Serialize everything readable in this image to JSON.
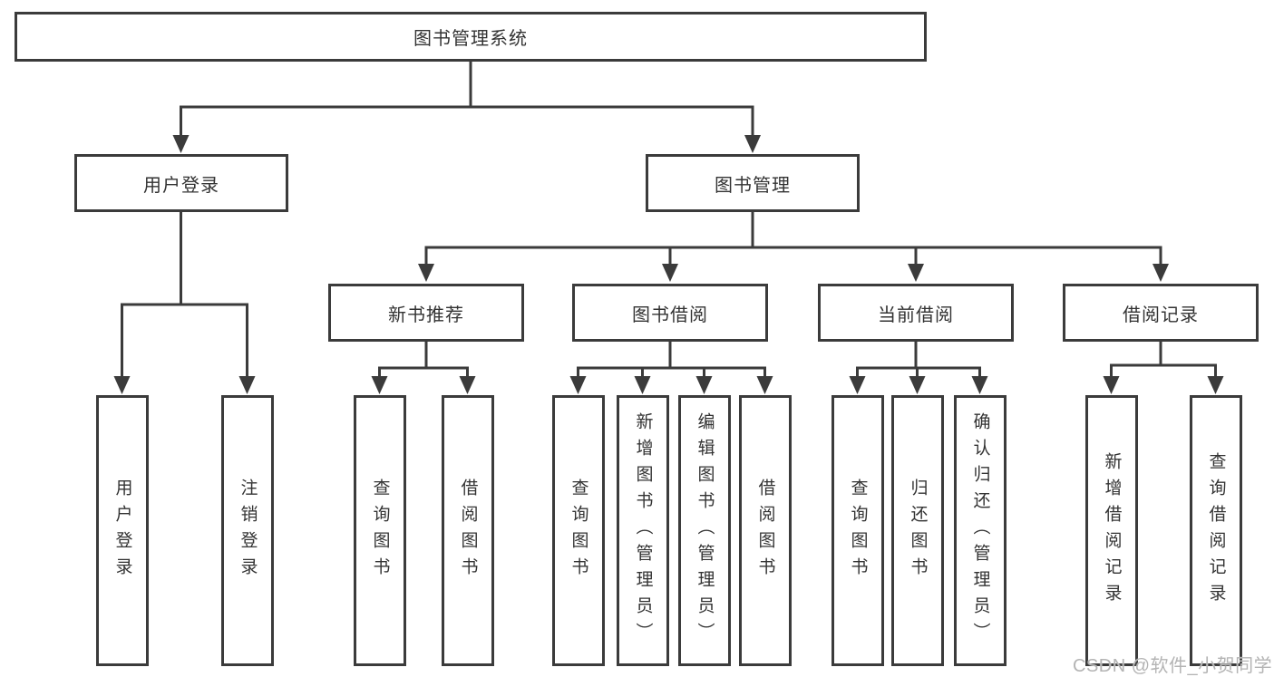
{
  "diagram": {
    "title": "图书管理系统",
    "root": {
      "label": "图书管理系统"
    },
    "level1": [
      {
        "label": "用户登录"
      },
      {
        "label": "图书管理"
      }
    ],
    "level2": [
      {
        "label": "新书推荐",
        "parent": "图书管理"
      },
      {
        "label": "图书借阅",
        "parent": "图书管理"
      },
      {
        "label": "当前借阅",
        "parent": "图书管理"
      },
      {
        "label": "借阅记录",
        "parent": "图书管理"
      }
    ],
    "leaves": [
      {
        "label": "用户登录",
        "parent": "用户登录"
      },
      {
        "label": "注销登录",
        "parent": "用户登录"
      },
      {
        "label": "查询图书",
        "parent": "新书推荐"
      },
      {
        "label": "借阅图书",
        "parent": "新书推荐"
      },
      {
        "label": "查询图书",
        "parent": "图书借阅"
      },
      {
        "label": "新增图书（管理员）",
        "parent": "图书借阅"
      },
      {
        "label": "编辑图书（管理员）",
        "parent": "图书借阅"
      },
      {
        "label": "借阅图书",
        "parent": "图书借阅"
      },
      {
        "label": "查询图书",
        "parent": "当前借阅"
      },
      {
        "label": "归还图书",
        "parent": "当前借阅"
      },
      {
        "label": "确认归还（管理员）",
        "parent": "当前借阅"
      },
      {
        "label": "新增借阅记录",
        "parent": "借阅记录"
      },
      {
        "label": "查询借阅记录",
        "parent": "借阅记录"
      }
    ]
  },
  "colors": {
    "line": "#3b3b3b",
    "box_border": "#3b3b3b",
    "box_fill": "#ffffff",
    "text": "#333333",
    "background": "#ffffff",
    "watermark": "#b4b4b4"
  },
  "watermark": {
    "text": "CSDN @软件_小贺同学"
  }
}
